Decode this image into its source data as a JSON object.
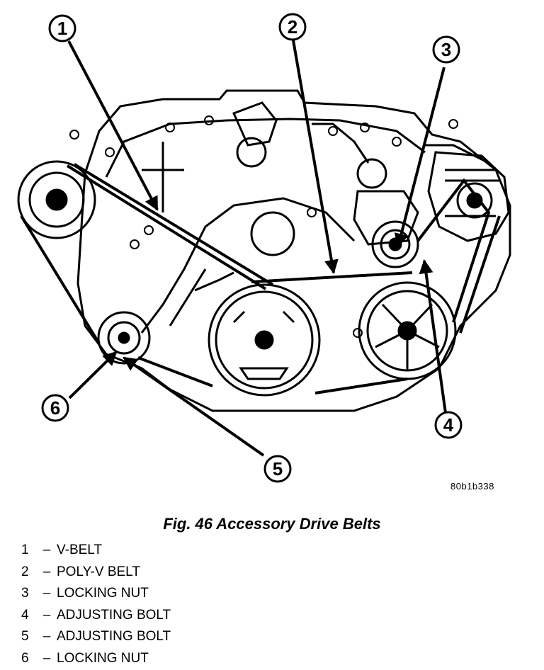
{
  "diagram": {
    "subject": "engine-accessory-drive",
    "callouts": [
      "1",
      "2",
      "3",
      "4",
      "5",
      "6"
    ],
    "image_code": "80b1b338"
  },
  "caption": "Fig. 46 Accessory Drive Belts",
  "legend": [
    {
      "num": "1",
      "dash": "–",
      "label": "V-BELT"
    },
    {
      "num": "2",
      "dash": "–",
      "label": "POLY-V BELT"
    },
    {
      "num": "3",
      "dash": "–",
      "label": "LOCKING NUT"
    },
    {
      "num": "4",
      "dash": "–",
      "label": "ADJUSTING BOLT"
    },
    {
      "num": "5",
      "dash": "–",
      "label": "ADJUSTING BOLT"
    },
    {
      "num": "6",
      "dash": "–",
      "label": "LOCKING NUT"
    }
  ]
}
